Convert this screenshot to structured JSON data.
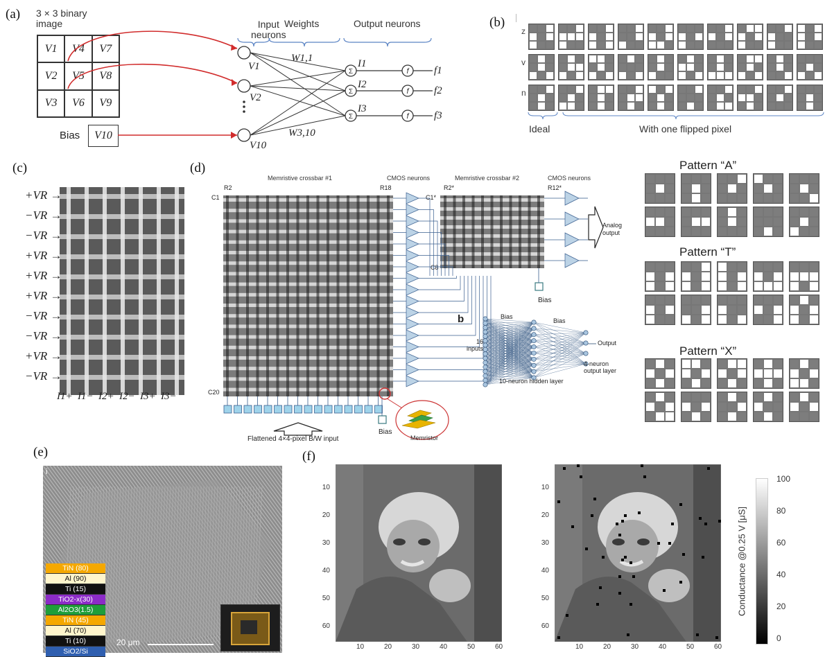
{
  "labels": {
    "a": "(a)",
    "b": "(b)",
    "c": "(c)",
    "d": "(d)",
    "e": "(e)",
    "f": "(f)"
  },
  "panel_a": {
    "image_title_line1": "3 × 3 binary",
    "image_title_line2": "image",
    "cells": [
      "V1",
      "V4",
      "V7",
      "V2",
      "V5",
      "V8",
      "V3",
      "V6",
      "V9"
    ],
    "bias_label": "Bias",
    "bias_cell": "V10",
    "input_neurons_line1": "Input",
    "input_neurons_line2": "neurons",
    "weights": "Weights",
    "output_neurons": "Output neurons",
    "inputs": [
      "V1",
      "V2",
      "V10"
    ],
    "weight_top": "W1,1",
    "weight_bottom": "W3,10",
    "currents": [
      "I1",
      "I2",
      "I3"
    ],
    "outputs": [
      "f1",
      "f2",
      "f3"
    ]
  },
  "panel_b": {
    "rows": [
      "z",
      "v",
      "n"
    ],
    "ideal": "Ideal",
    "flipped": "With one flipped pixel"
  },
  "panel_c": {
    "rows": [
      "+VR",
      "−VR",
      "−VR",
      "+VR",
      "+VR",
      "+VR",
      "−VR",
      "−VR",
      "+VR",
      "−VR"
    ],
    "bottom": [
      "I1+",
      "I1−",
      "I2+",
      "I2−",
      "I3+",
      "I3−"
    ]
  },
  "panel_d": {
    "crossbar1": "Memristive crossbar #1",
    "cmos1": "CMOS neurons",
    "crossbar2": "Memristive crossbar  #2",
    "cmos2": "CMOS neurons",
    "r2": "R2",
    "r18": "R18",
    "c1": "C1",
    "c20": "C20",
    "r2s": "R2*",
    "r12s": "R12*",
    "c1s": "C1*",
    "c8": "C8",
    "analog_output_line1": "Analog",
    "analog_output_line2": "output",
    "bias": "Bias",
    "bias2": "Bias",
    "flattened": "Flattened 4×4-pixel B/W input",
    "memristor": "Memristor",
    "b_label": "b",
    "inputs_line1": "16",
    "inputs_line2": "inputs",
    "bias_h1": "Bias",
    "bias_h2": "Bias",
    "hidden": "10-neuron hidden layer",
    "output": "Output",
    "out_layer_line1": "4-neuron",
    "out_layer_line2": "output layer"
  },
  "patterns": {
    "a": "Pattern “A”",
    "t": "Pattern “T”",
    "x": "Pattern “X”"
  },
  "panel_e": {
    "marker": "i",
    "layers": [
      {
        "label": "TiN (80)",
        "color": "#f5a800",
        "text": "#ffffff"
      },
      {
        "label": "Al (90)",
        "color": "#fff5cc",
        "text": "#111111"
      },
      {
        "label": "Ti (15)",
        "color": "#111111",
        "text": "#ffffff"
      },
      {
        "label": "TiO2-x(30)",
        "color": "#8c2bc8",
        "text": "#ffffff"
      },
      {
        "label": "Al2O3(1.5)",
        "color": "#1f9e3a",
        "text": "#ffffff"
      },
      {
        "label": "TiN (45)",
        "color": "#f5a800",
        "text": "#ffffff"
      },
      {
        "label": "Al (70)",
        "color": "#fff5cc",
        "text": "#111111"
      },
      {
        "label": "Ti (10)",
        "color": "#111111",
        "text": "#ffffff"
      },
      {
        "label": "SiO2/Si",
        "color": "#2f5fb0",
        "text": "#ffffff"
      }
    ],
    "scale": "20 μm"
  },
  "panel_f": {
    "y_ticks": [
      "10",
      "20",
      "30",
      "40",
      "50",
      "60"
    ],
    "x_ticks": [
      "10",
      "20",
      "30",
      "40",
      "50",
      "60"
    ],
    "colorbar_ticks": [
      "100",
      "80",
      "60",
      "40",
      "20",
      "0"
    ],
    "colorbar_label": "Conductance  @0.25 V [μS]"
  }
}
